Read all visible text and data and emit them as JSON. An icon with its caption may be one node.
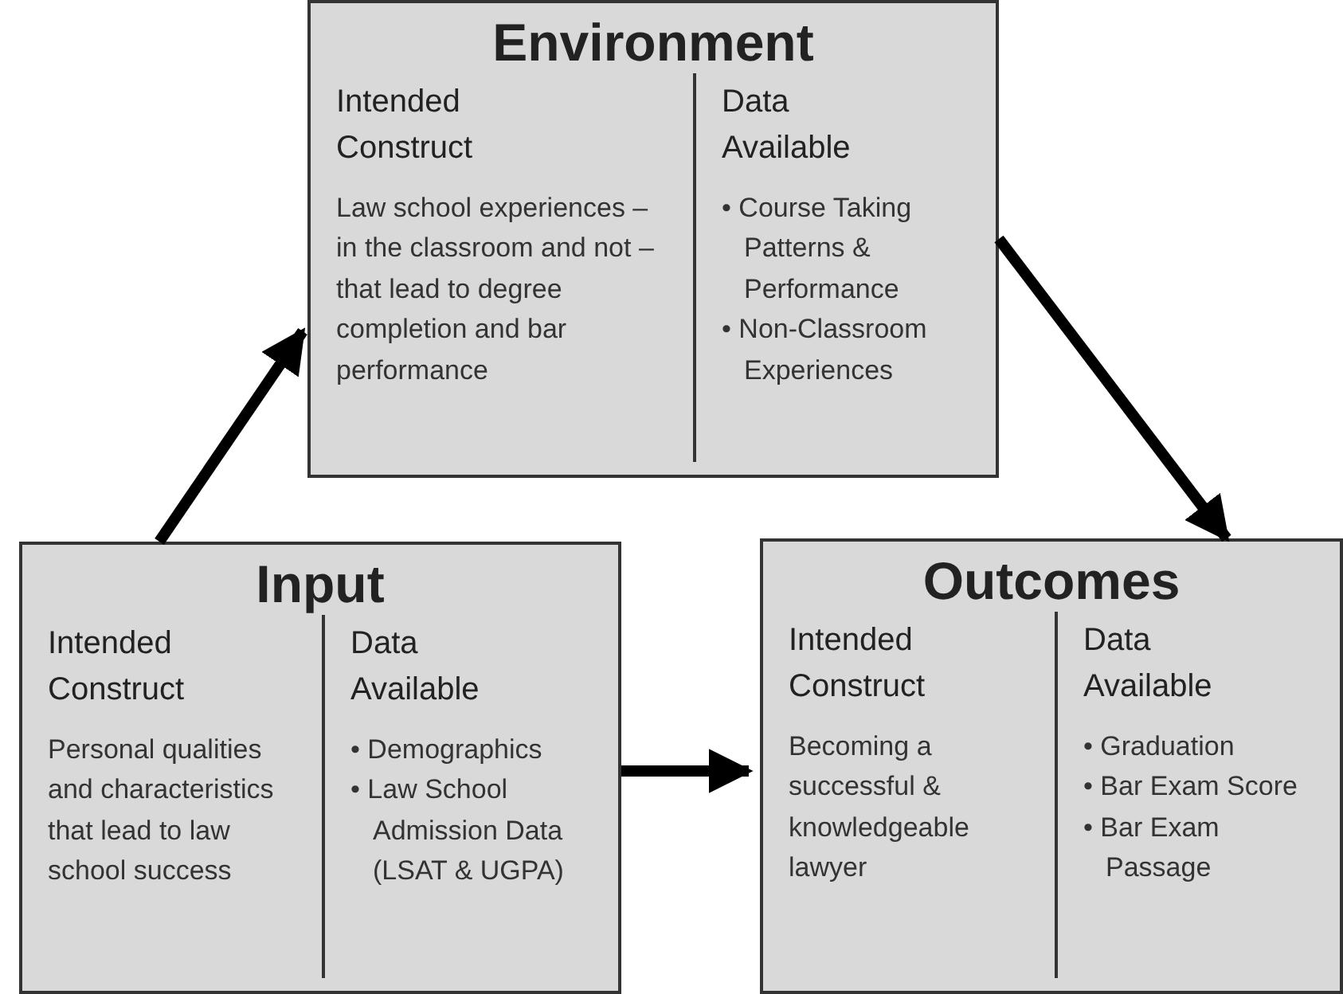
{
  "diagram": {
    "nodes": [
      {
        "text": [
          "Environment",
          "Intended Construct",
          "Law school experiences – in the classroom and not – that lead to degree completion and bar performance",
          "Data Available",
          "• Course Taking Patterns & Performance",
          "• Non-Classroom Experiences"
        ]
      },
      {
        "text": [
          "Input",
          "Intended Construct",
          "Personal qualities and characteristics that lead to law school success",
          "Data Available",
          "• Demographics",
          "• Law School Admission Data (LSAT & UGPA)"
        ]
      },
      {
        "text": [
          "Outcomes",
          "Intended Construct",
          "Becoming a successful & knowledgeable lawyer",
          "Data Available",
          "• Graduation",
          "• Bar Exam Score",
          "• Bar Exam Passage"
        ]
      }
    ],
    "edges": [
      {
        "from": 1,
        "to": 0,
        "arrow": "to"
      },
      {
        "from": 0,
        "to": 2,
        "arrow": "to"
      },
      {
        "from": 1,
        "to": 2,
        "arrow": "to"
      }
    ]
  }
}
